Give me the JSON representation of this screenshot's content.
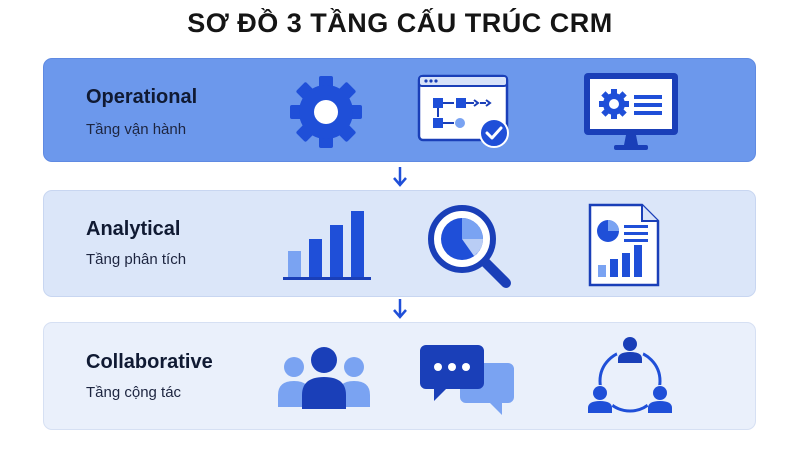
{
  "title": "SƠ ĐỒ 3 TẦNG CẤU TRÚC CRM",
  "tiers": [
    {
      "name": "Operational",
      "subtitle": "Tầng vận hành",
      "icons": [
        "gear-icon",
        "workflow-window-icon",
        "monitor-settings-icon"
      ],
      "color": "#6c98ec"
    },
    {
      "name": "Analytical",
      "subtitle": "Tầng phân tích",
      "icons": [
        "bar-chart-icon",
        "magnifier-pie-chart-icon",
        "report-document-icon"
      ],
      "color": "#dbe6f9"
    },
    {
      "name": "Collaborative",
      "subtitle": "Tầng cộng tác",
      "icons": [
        "team-people-icon",
        "chat-bubbles-icon",
        "network-people-icon"
      ],
      "color": "#eaf0fb"
    }
  ],
  "colors": {
    "accent": "#1f4fd8",
    "dark_accent": "#1a3fb8",
    "light_accent": "#7aa3f2"
  }
}
